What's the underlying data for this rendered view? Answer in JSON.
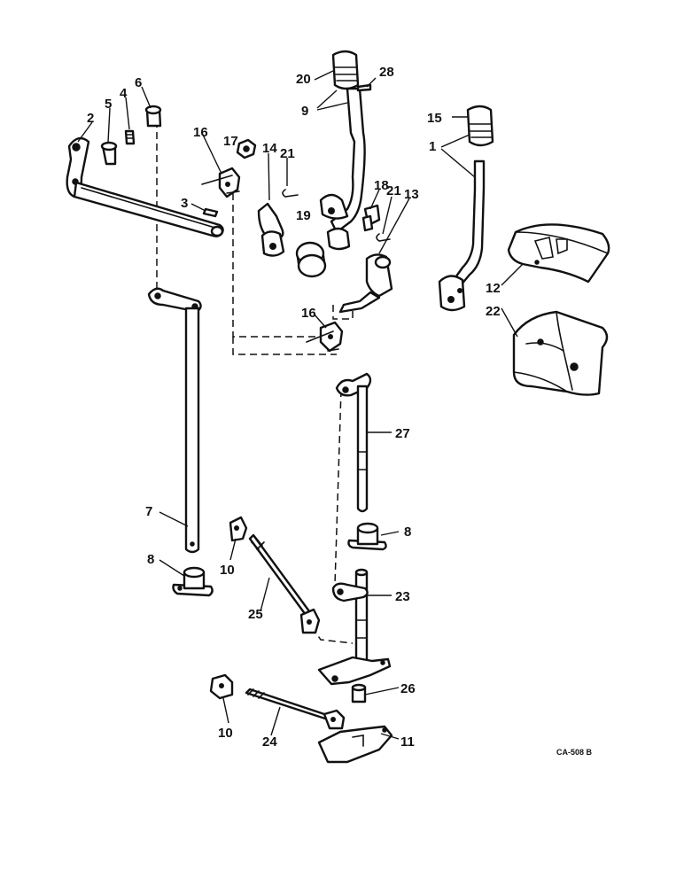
{
  "callouts": [
    {
      "id": "n1",
      "text": "1"
    },
    {
      "id": "n2",
      "text": "2"
    },
    {
      "id": "n3",
      "text": "3"
    },
    {
      "id": "n4",
      "text": "4"
    },
    {
      "id": "n5",
      "text": "5"
    },
    {
      "id": "n6",
      "text": "6"
    },
    {
      "id": "n7",
      "text": "7"
    },
    {
      "id": "n8a",
      "text": "8"
    },
    {
      "id": "n8b",
      "text": "8"
    },
    {
      "id": "n9",
      "text": "9"
    },
    {
      "id": "n10a",
      "text": "10"
    },
    {
      "id": "n10b",
      "text": "10"
    },
    {
      "id": "n11",
      "text": "11"
    },
    {
      "id": "n12",
      "text": "12"
    },
    {
      "id": "n13",
      "text": "13"
    },
    {
      "id": "n14",
      "text": "14"
    },
    {
      "id": "n15",
      "text": "15"
    },
    {
      "id": "n16a",
      "text": "16"
    },
    {
      "id": "n16b",
      "text": "16"
    },
    {
      "id": "n17",
      "text": "17"
    },
    {
      "id": "n18",
      "text": "18"
    },
    {
      "id": "n19",
      "text": "19"
    },
    {
      "id": "n20",
      "text": "20"
    },
    {
      "id": "n21a",
      "text": "21"
    },
    {
      "id": "n21b",
      "text": "21"
    },
    {
      "id": "n22",
      "text": "22"
    },
    {
      "id": "n23",
      "text": "23"
    },
    {
      "id": "n24",
      "text": "24"
    },
    {
      "id": "n25",
      "text": "25"
    },
    {
      "id": "n26",
      "text": "26"
    },
    {
      "id": "n27",
      "text": "27"
    },
    {
      "id": "n28",
      "text": "28"
    }
  ],
  "drawing_code": "CA-508 B"
}
